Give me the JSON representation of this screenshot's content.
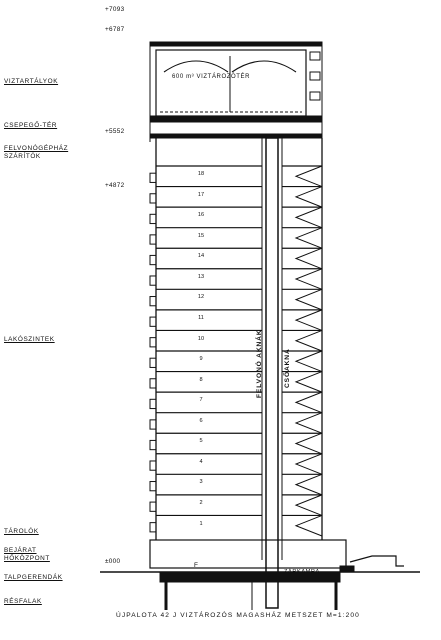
{
  "labels": {
    "viztartalyok": "VIZTARTÁLYOK",
    "csepego_ter": "CSEPEGŐ-TÉR",
    "felvonogephaz": "FELVONÓGÉPHÁZ",
    "szaritok": "SZÁRÍTÓK",
    "lakoszintek": "LAKÓSZINTEK",
    "tarolok": "TÁROLÓK",
    "bejarat": "BEJÁRAT",
    "hokozpont": "HŐKÖZPONT",
    "talpgerendak": "TALPGERENDÁK",
    "resfalak": "RÉSFALAK"
  },
  "elevations": {
    "e7093": "+7093",
    "e6787": "+6787",
    "e5552": "+5552",
    "e4872": "+4872",
    "e000": "±000"
  },
  "tank_label": "600 m³ VIZTÁROZÓTÉR",
  "shaft_labels": {
    "elevator_shaft": "FELVONÓ AKNÁK",
    "pipe_shaft": "CSŐAKNA"
  },
  "chamber_label": "ZÁRKAMRA",
  "ground_floor_label": "F",
  "floors": [
    "18",
    "17",
    "16",
    "15",
    "14",
    "13",
    "12",
    "11",
    "10",
    "9",
    "8",
    "7",
    "6",
    "5",
    "4",
    "3",
    "2",
    "1"
  ],
  "caption": "ÚJPALOTA 42 J VIZTÁROZÓS MAGASHÁZ   METSZET M=1:200"
}
